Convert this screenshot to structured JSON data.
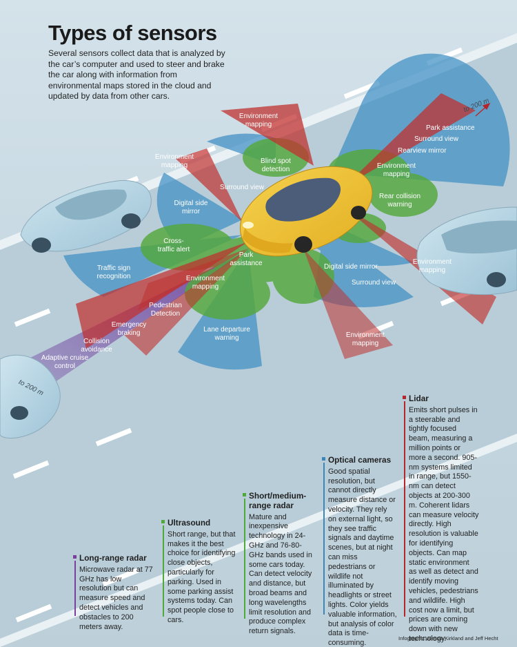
{
  "title": "Types of sensors",
  "intro": "Several sensors collect data that is analyzed by the car’s computer and used to steer and brake the car along with information from environmental maps stored in the cloud and updated by data from other cars.",
  "labels": {
    "env_top": "Environment mapping",
    "env_left_top": "Environment mapping",
    "blind_spot": "Blind spot detection",
    "surround_top": "Surround view",
    "digital_left": "Digital side mirror",
    "cross_traffic": "Cross-traffic alert",
    "park_assist_front": "Park assistance",
    "traffic_sign": "Traffic sign recognition",
    "env_front": "Environment mapping",
    "pedestrian": "Pedestrian Detection",
    "emergency": "Emergency braking",
    "collision": "Collision avoidance",
    "acc": "Adaptive cruise control",
    "lane_departure": "Lane departure warning",
    "park_assist_rear": "Park assistance",
    "surround_rear": "Surround view",
    "rearview": "Rearview mirror",
    "env_rear": "Environment mapping",
    "rear_collision": "Rear collision warning",
    "env_right": "Environment mapping",
    "digital_right": "Digital side mirror",
    "surround_right": "Surround view",
    "env_bottom": "Environment mapping",
    "to200_front": "to 200 m",
    "to200_rear": "to 200 m"
  },
  "legend": {
    "long_range": {
      "title": "Long-range radar",
      "color": "#7a3f9a",
      "text": "Microwave radar at 77 GHz has low resolution but can measure speed and detect vehicles and obstacles to 200 meters away."
    },
    "ultrasound": {
      "title": "Ultrasound",
      "color": "#4fa83a",
      "text": "Short range, but that makes it the best choice for identifying close objects, particularly for parking. Used in some parking assist systems today. Can spot people close to cars."
    },
    "short_medium": {
      "title": "Short/medium-range radar",
      "color": "#4fa83a",
      "text": "Mature and inexpensive technology in 24-GHz and 76-80-GHz bands used in some cars today. Can detect velocity and distance, but broad beams and long wavelengths limit resolution and produce complex return signals."
    },
    "optical": {
      "title": "Optical cameras",
      "color": "#3c86b8",
      "text": "Good spatial resolution, but cannot directly measure distance or velocity. They rely on external light, so they see traffic signals and daytime scenes, but at night can miss pedestrians or wildlife not illuminated by headlights or street lights. Color yields valuable information, but analysis of color data is time-consuming."
    },
    "lidar": {
      "title": "Lidar",
      "color": "#b3262b",
      "text": "Emits short pulses in a steerable and tightly focused beam, measuring a million points or more a second. 905-nm systems limited in range, but 1550-nm can detect objects at 200-300 m. Coherent lidars can measure velocity directly. High resolution is valuable for identifying objects. Can map static environment as well as detect and identify moving vehicles, pedestrians and wildlife. High cost now a limit, but prices are coming down with new technology."
    }
  },
  "credit": "Infographic: Alessia Kirkland and Jeff Hecht",
  "colors": {
    "lidar": "#c0312f",
    "camera": "#3f8fc4",
    "radar": "#54a83c",
    "long_range": "#6f3f9e",
    "car": "#f2c53a"
  }
}
